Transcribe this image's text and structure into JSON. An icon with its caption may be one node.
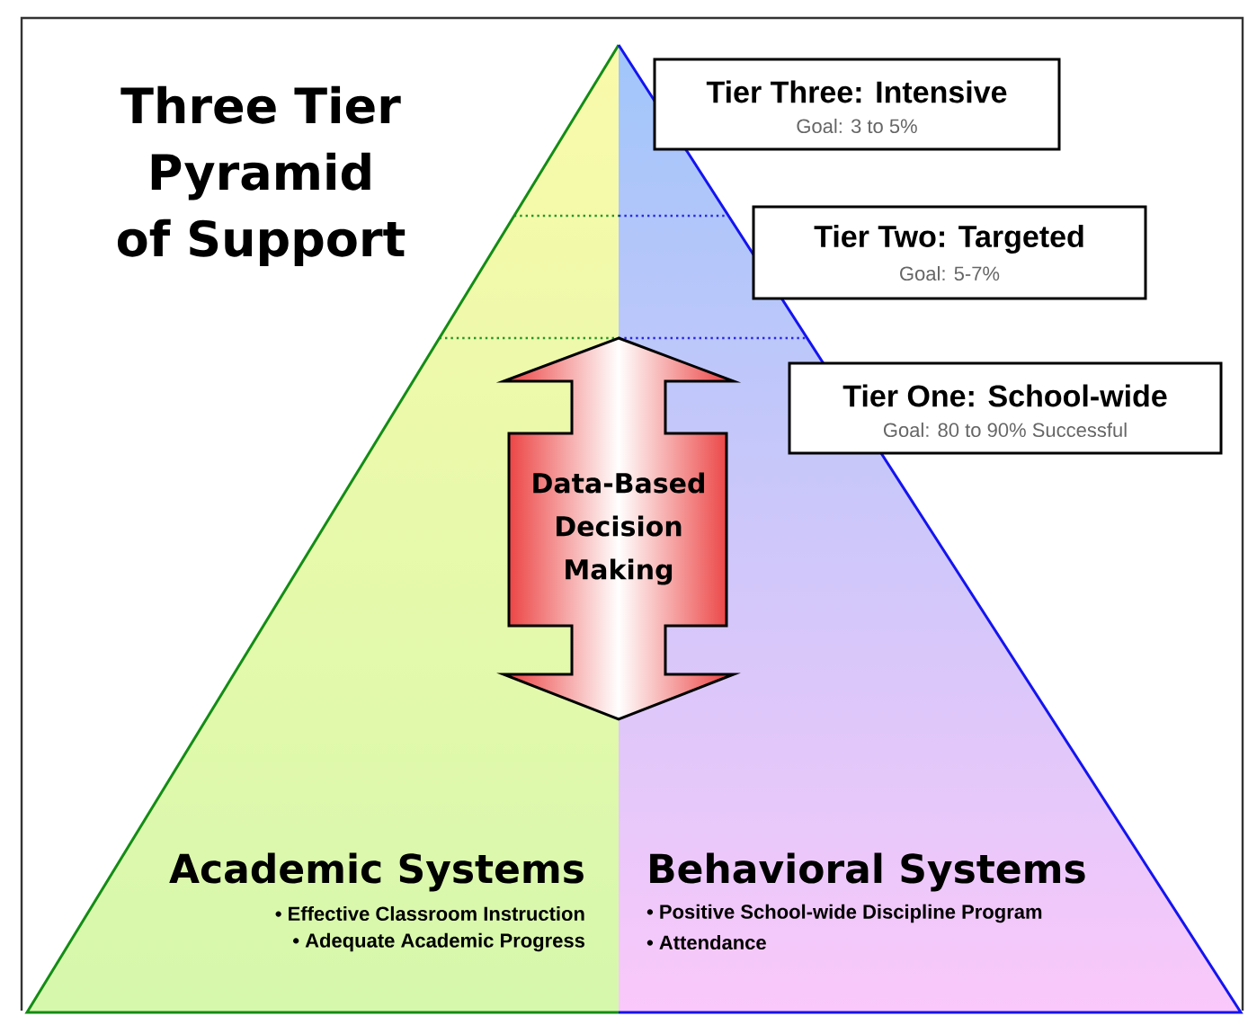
{
  "diagram": {
    "title": "Three Tier Pyramid of Support",
    "nodes": [
      {
        "text": [
          "Tier Three: Intensive",
          "Goal: 3 to 5%"
        ]
      },
      {
        "text": [
          "Tier Two: Targeted",
          "Goal: 5-7%"
        ]
      },
      {
        "text": [
          "Tier One: School-wide",
          "Goal: 80 to 90% Successful"
        ]
      },
      {
        "text": [
          "Data-Based Decision Making"
        ]
      }
    ],
    "labels": [
      "Academic Systems",
      "• Effective Classroom Instruction",
      "• Adequate Academic Progress",
      "Behavioral Systems",
      "• Positive School-wide Discipline Program",
      "• Attendance"
    ]
  }
}
